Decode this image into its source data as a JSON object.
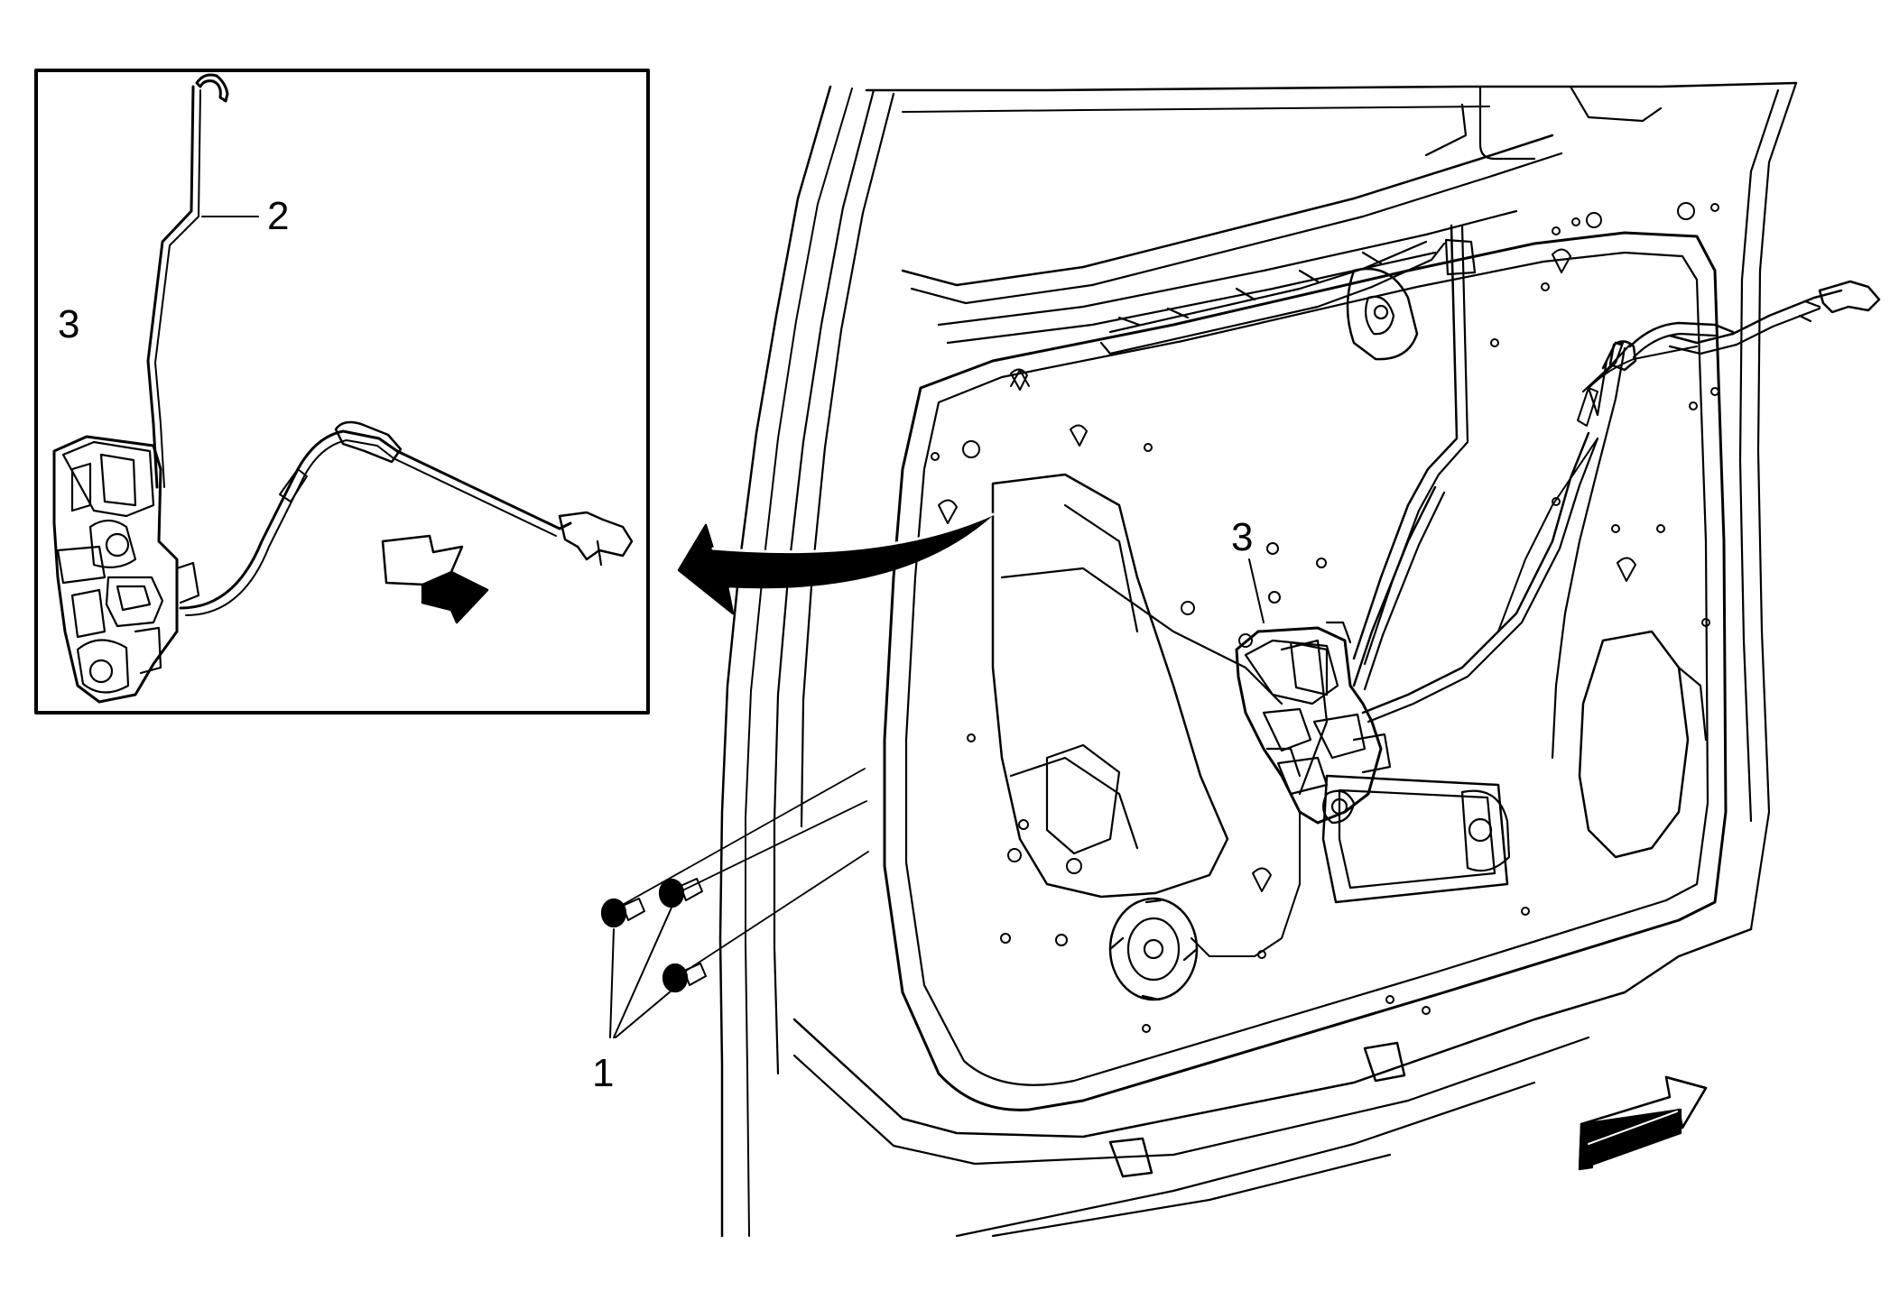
{
  "callouts": {
    "inset_2": "2",
    "inset_3": "3",
    "main_3": "3",
    "main_1": "1"
  },
  "colors": {
    "line": "#000000",
    "background": "#ffffff"
  }
}
